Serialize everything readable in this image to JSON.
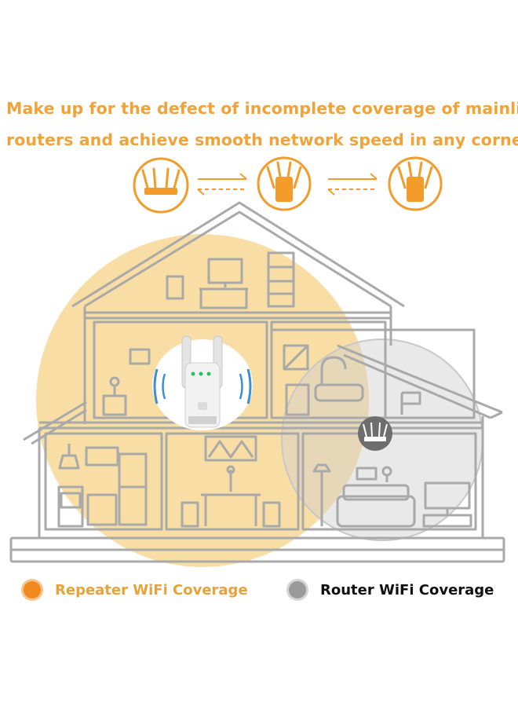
{
  "headline": {
    "line1": "Make up for the defect of incomplete coverage of mainline",
    "line2": "routers and achieve smooth network speed in any corner"
  },
  "legend": {
    "repeater": {
      "label": "Repeater WiFi Coverage",
      "color": "#f08a1e",
      "text_color": "#e8a23a"
    },
    "router": {
      "label": "Router WiFi Coverage",
      "color": "#9a9a9a",
      "text_color": "#111111"
    }
  },
  "colors": {
    "accent": "#f39c2b",
    "house_outline": "#a9a9a9",
    "repeater_coverage": "#f2c35a",
    "router_coverage": "#d7d7d7"
  },
  "icons": [
    "router-icon",
    "signal-arrows-icon",
    "extender-icon",
    "signal-arrows-icon",
    "extender-icon"
  ]
}
